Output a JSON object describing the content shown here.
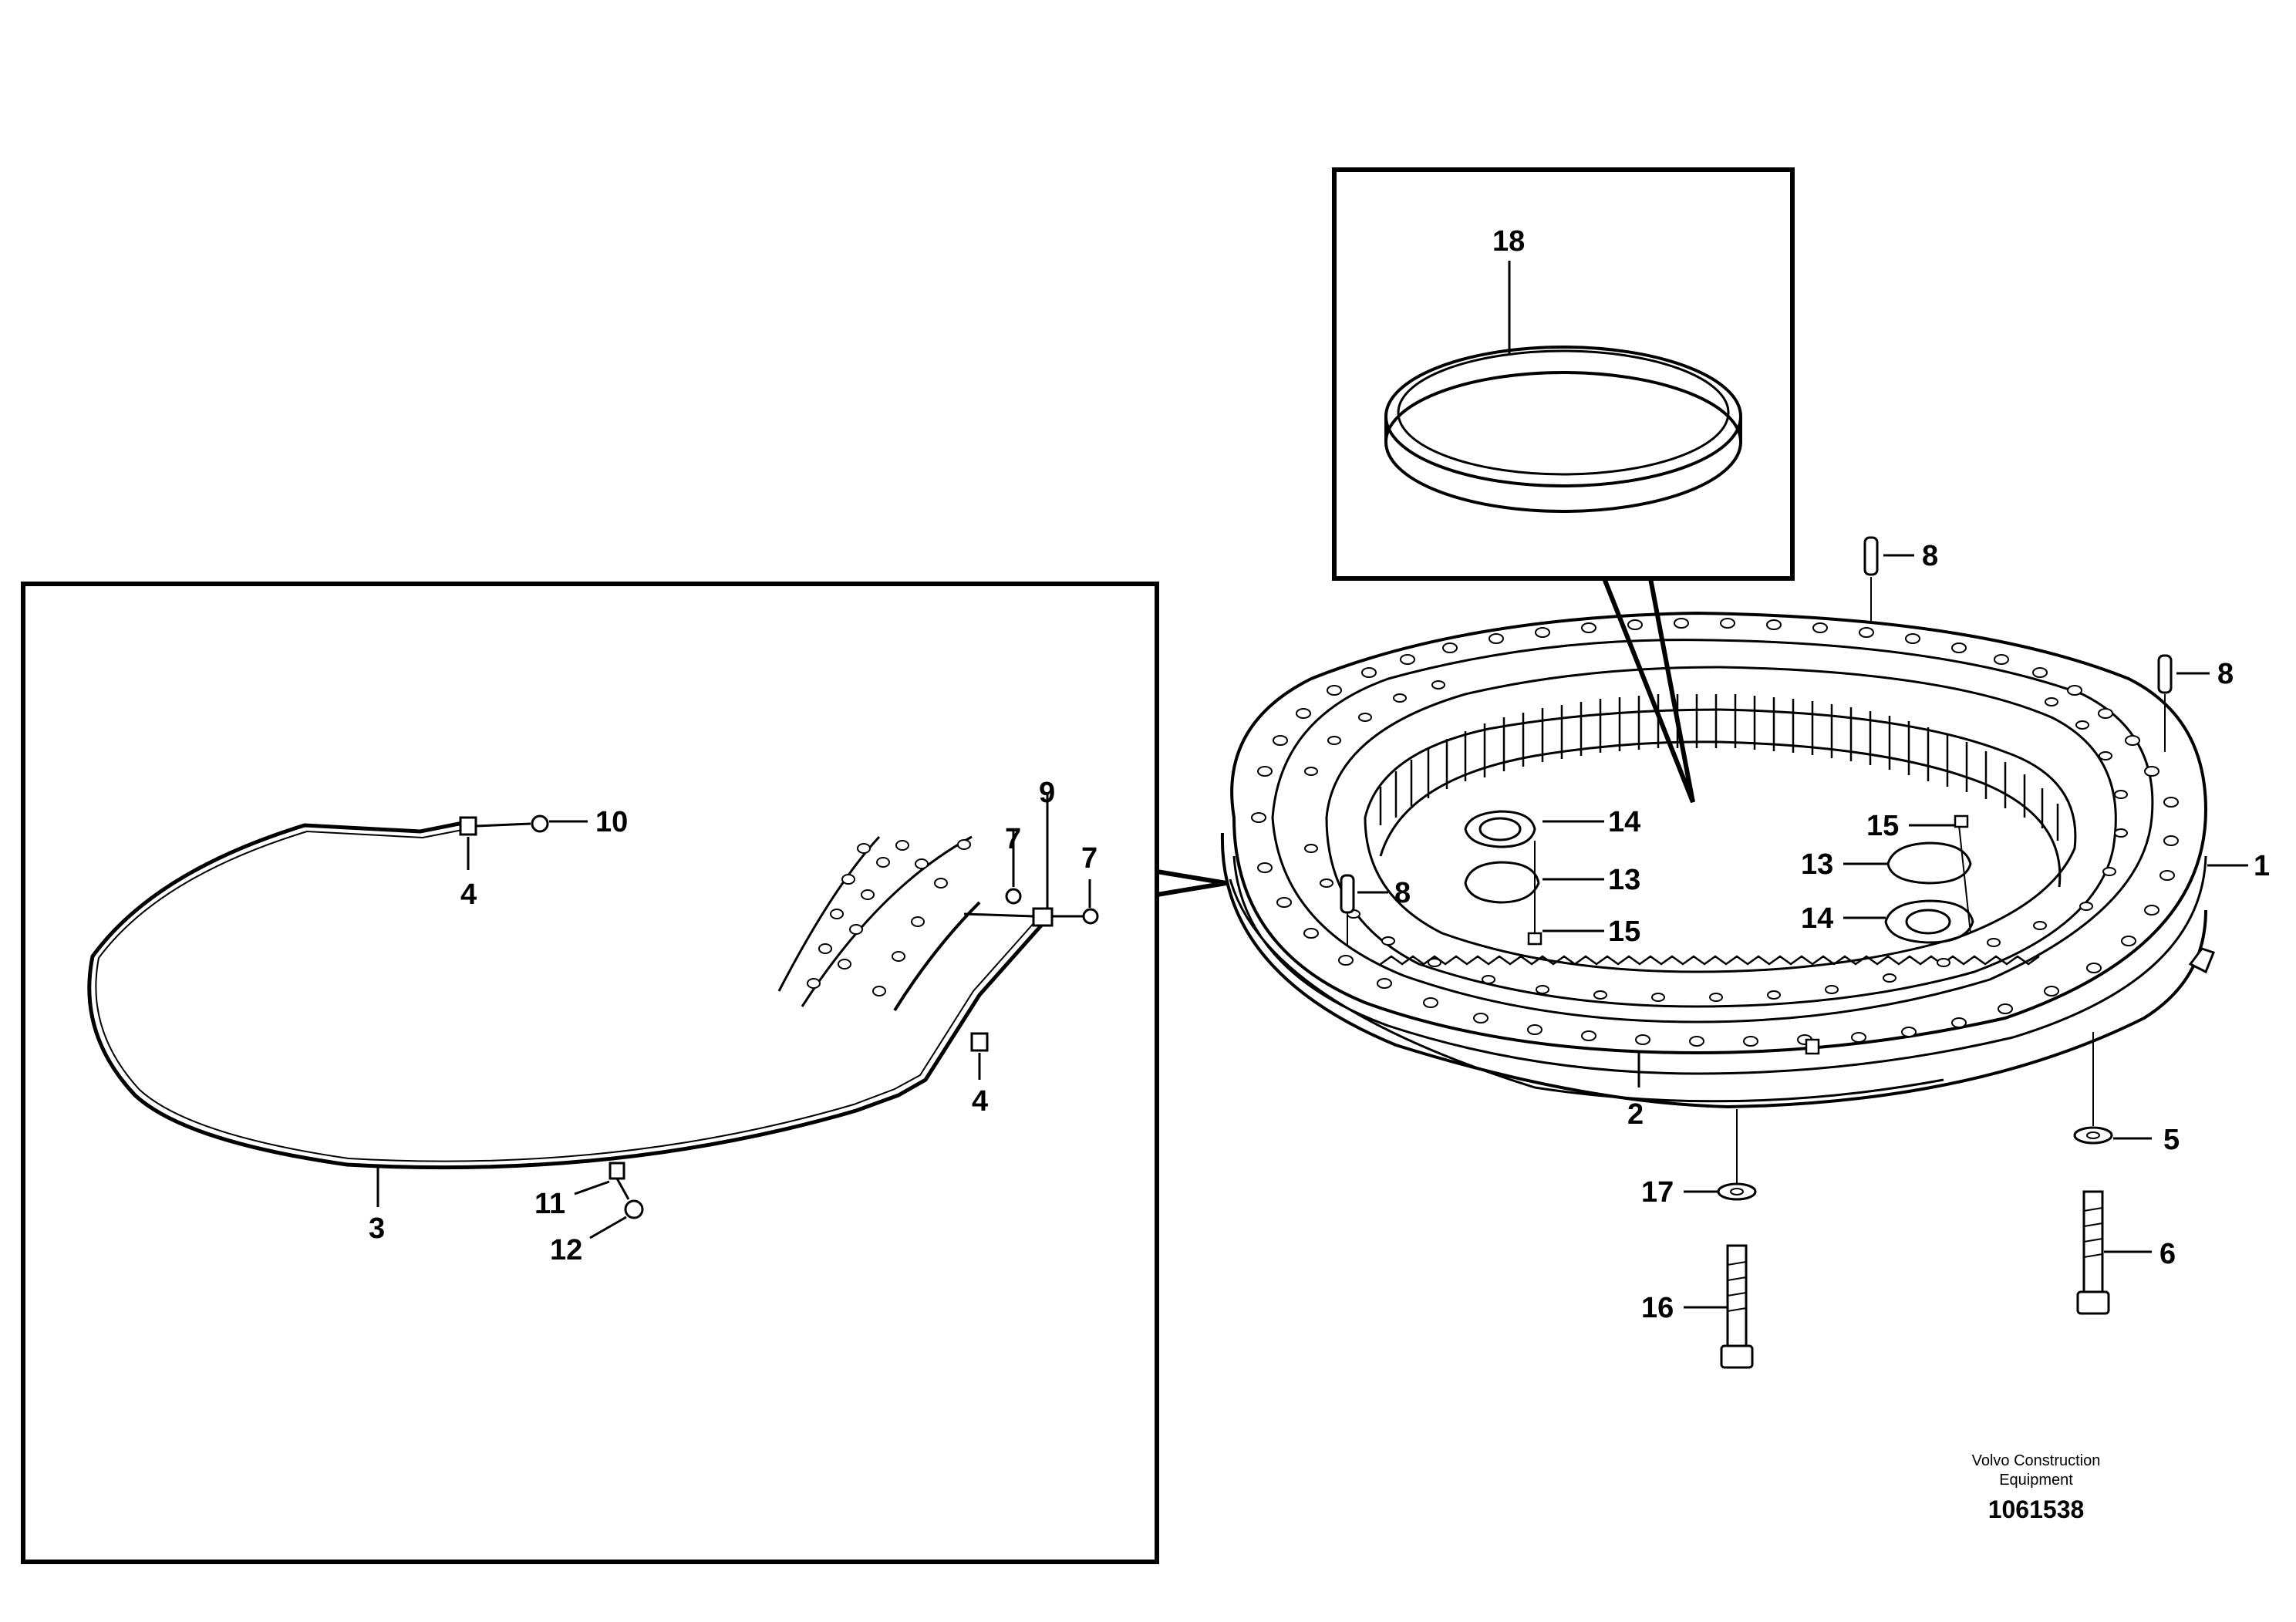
{
  "callouts": {
    "n1": "1",
    "n2": "2",
    "n3": "3",
    "n4a": "4",
    "n4b": "4",
    "n5": "5",
    "n6": "6",
    "n7a": "7",
    "n7b": "7",
    "n8a": "8",
    "n8b": "8",
    "n8c": "8",
    "n9": "9",
    "n10": "10",
    "n11": "11",
    "n12": "12",
    "n13a": "13",
    "n13b": "13",
    "n14a": "14",
    "n14b": "14",
    "n15a": "15",
    "n15b": "15",
    "n16": "16",
    "n17": "17",
    "n18": "18"
  },
  "caption": {
    "company_line1": "Volvo Construction",
    "company_line2": "Equipment",
    "drawing_number": "1061538"
  }
}
